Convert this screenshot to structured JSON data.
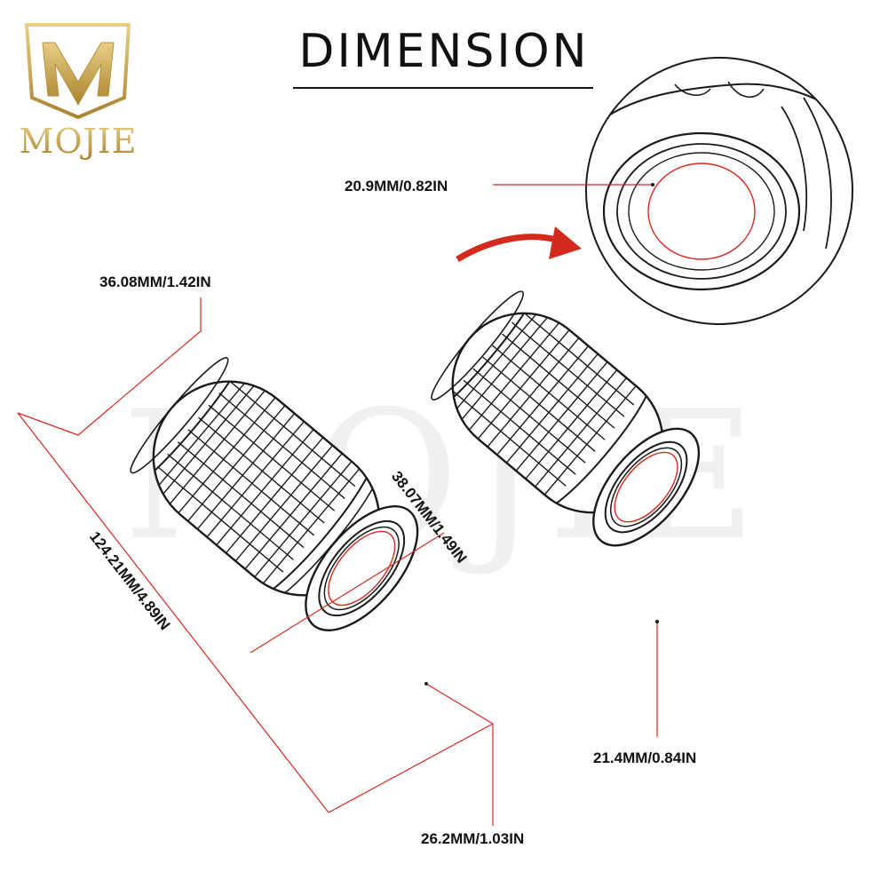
{
  "title": "DIMENSION",
  "logo": {
    "wordmark": "MOJIE"
  },
  "watermark": "MOJIE",
  "dimensions": {
    "inner_end_diameter": "20.9MM/0.82IN",
    "outer_end_diameter": "36.08MM/1.42IN",
    "length": "124.21MM/4.89IN",
    "body_diameter": "38.07MM/1.49IN",
    "left_bore": "26.2MM/1.03IN",
    "right_bore": "21.4MM/0.84IN"
  },
  "colors": {
    "line": "#1a1a1a",
    "red": "#d42a1e",
    "gold": "#c9a54a",
    "watermark": "#eeeeee"
  }
}
